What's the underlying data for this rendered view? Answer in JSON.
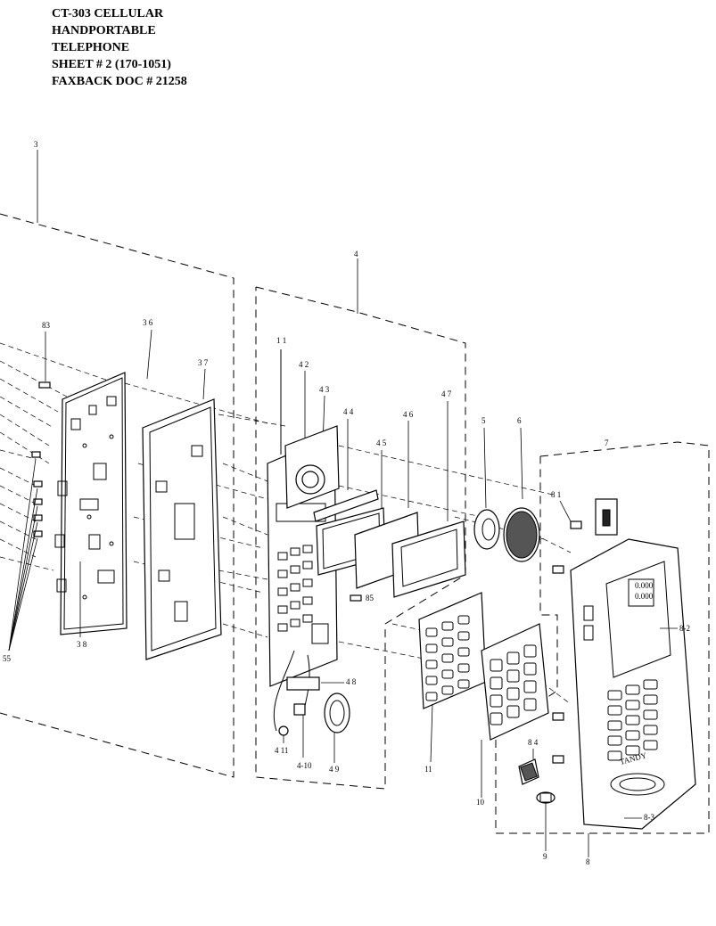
{
  "title_block": {
    "line1": "CT-303 CELLULAR",
    "line2": "HANDPORTABLE",
    "line3": "TELEPHONE",
    "line4": "SHEET # 2  (170-1051)",
    "line5": "FAXBACK DOC # 21258"
  },
  "callouts": {
    "c3": "3",
    "c4": "4",
    "c7": "7",
    "c83": "83",
    "c36": "3 6",
    "c37": "3 7",
    "c38": "3 8",
    "c55": "55",
    "c11": "1 1",
    "c42": "4 2",
    "c43": "4 3",
    "c44": "4 4",
    "c45": "4 5",
    "c46": "4 6",
    "c47": "4 7",
    "c48": "4 8",
    "c49": "4 9",
    "c410": "4-10",
    "c411": "4 11",
    "c85": "85",
    "c5": "5",
    "c6": "6",
    "c81": "8 1",
    "c82": "8-2",
    "c83b": "8-3",
    "c84": "8 4",
    "c8": "8",
    "c9": "9",
    "c10": "10",
    "c11b": "11",
    "brand": "TANDY"
  }
}
